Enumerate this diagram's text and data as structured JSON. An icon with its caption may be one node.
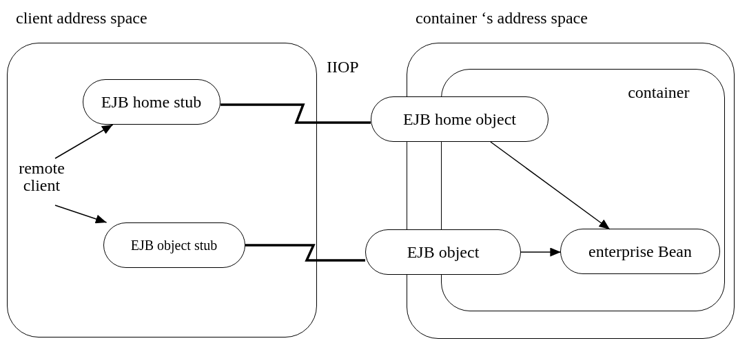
{
  "diagram": {
    "nodes": [
      {
        "text": [
          "client address space"
        ]
      },
      {
        "text": [
          "EJB home stub"
        ],
        "in": 0
      },
      {
        "text": [
          "remote client"
        ],
        "in": 0
      },
      {
        "text": [
          "EJB object stub"
        ],
        "in": 0
      },
      {
        "text": [
          "container ‘s address space"
        ]
      },
      {
        "text": [
          "container"
        ],
        "in": 4
      },
      {
        "text": [
          "EJB home object"
        ]
      },
      {
        "text": [
          "EJB object"
        ]
      },
      {
        "text": [
          "enterprise Bean"
        ],
        "in": 5
      }
    ],
    "edges": [
      {
        "from": 2,
        "to": 1,
        "arrow": "to"
      },
      {
        "from": 2,
        "to": 3,
        "arrow": "to"
      },
      {
        "from": 1,
        "to": 6,
        "arrow": "none",
        "style": "thick"
      },
      {
        "from": 3,
        "to": 7,
        "arrow": "none",
        "style": "thick"
      },
      {
        "from": 6,
        "to": 8,
        "arrow": "to"
      },
      {
        "from": 7,
        "to": 8,
        "arrow": "to"
      }
    ],
    "labels": [
      "IIOP"
    ]
  }
}
